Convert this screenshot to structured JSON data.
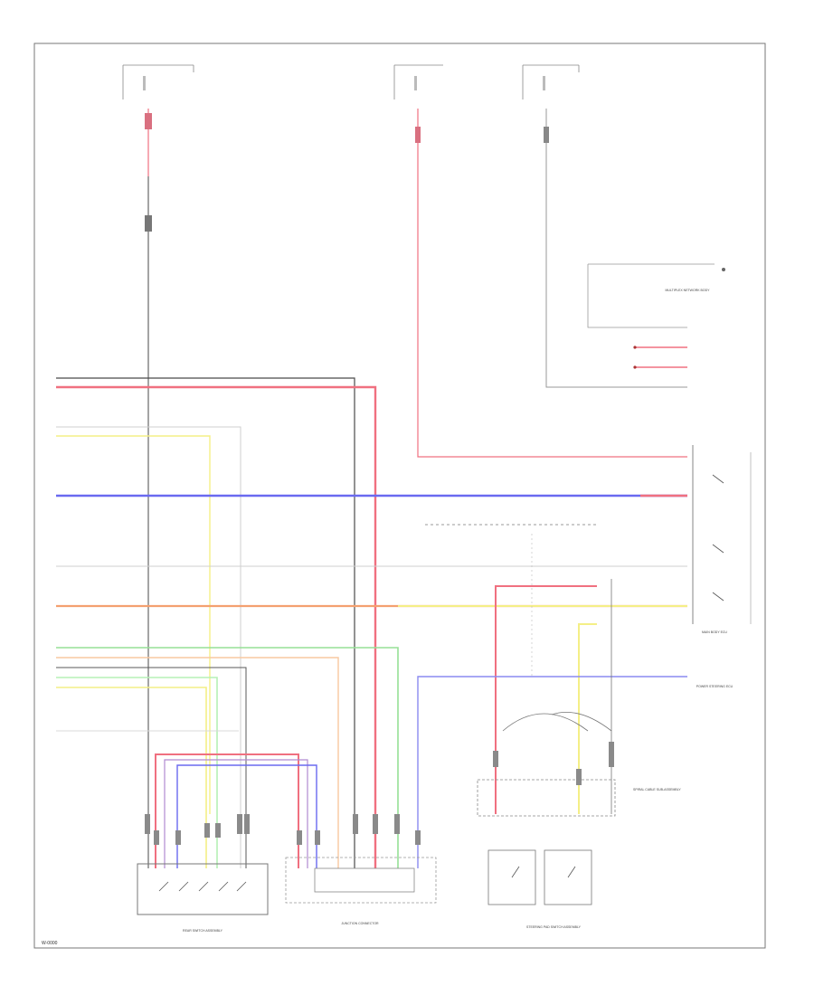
{
  "diagram": {
    "footer_code": "W-0000",
    "wire_colors": {
      "black": "#4a4a4a",
      "red": "#f07080",
      "yellow": "#f4ef86",
      "blue": "#6a6af0",
      "orange": "#f4a070",
      "green": "#96e096",
      "gray": "#bdbdbd",
      "white": "#d8d8d8"
    },
    "components": {
      "rear_switch_assembly": "REAR SWITCH ASSEMBLY",
      "audio_junction": "JUNCTION CONNECTOR",
      "steering_switch": "STEERING PAD SWITCH ASSEMBLY",
      "main_body_ecu": "MAIN BODY ECU",
      "spiral_cable": "SPIRAL CABLE SUB-ASSEMBLY",
      "power_steering_ecu": "POWER STEERING ECU",
      "multiplex_network_body": "MULTIPLEX NETWORK BODY"
    }
  }
}
